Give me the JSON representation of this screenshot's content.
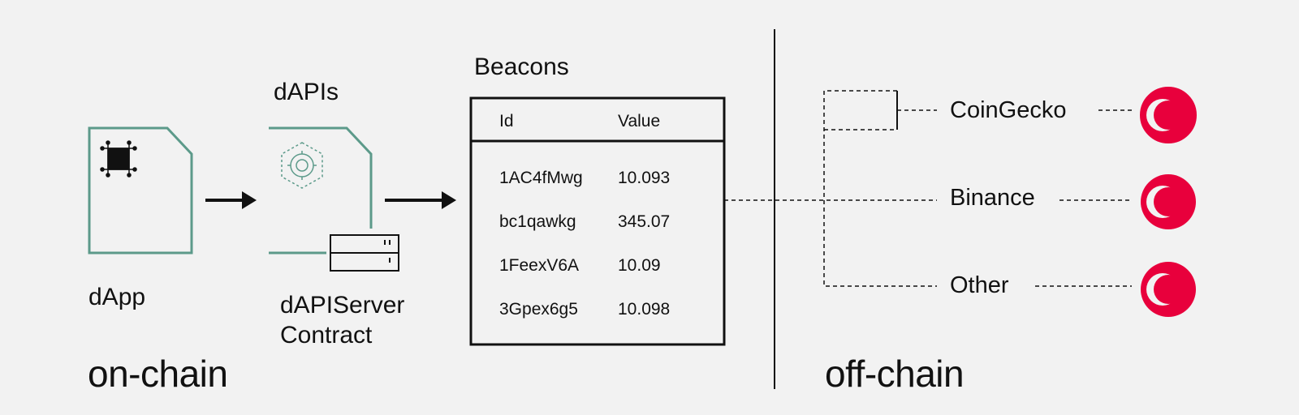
{
  "sections": {
    "on_chain": "on-chain",
    "off_chain": "off-chain"
  },
  "dapp": {
    "label": "dApp",
    "icon": "chip-icon"
  },
  "dapis": {
    "label": "dAPIs",
    "icon": "gear-hexagon-icon",
    "server_icon": "server-icon"
  },
  "dapi_server": {
    "line1": "dAPIServer",
    "line2": "Contract"
  },
  "beacons": {
    "title": "Beacons",
    "columns": [
      "Id",
      "Value"
    ],
    "rows": [
      [
        "1AC4fMwg",
        "10.093"
      ],
      [
        "bc1qawkg",
        "345.07"
      ],
      [
        "1FeexV6A",
        "10.09"
      ],
      [
        "3Gpex6g5",
        "10.098"
      ]
    ]
  },
  "providers": [
    {
      "name": "CoinGecko",
      "icon": "api3-logo-icon"
    },
    {
      "name": "Binance",
      "icon": "api3-logo-icon"
    },
    {
      "name": "Other",
      "icon": "api3-logo-icon"
    }
  ],
  "colors": {
    "accent_green": "#5c9a8a",
    "brand_red": "#e8003c",
    "ink": "#111111",
    "background": "#f2f2f2"
  }
}
